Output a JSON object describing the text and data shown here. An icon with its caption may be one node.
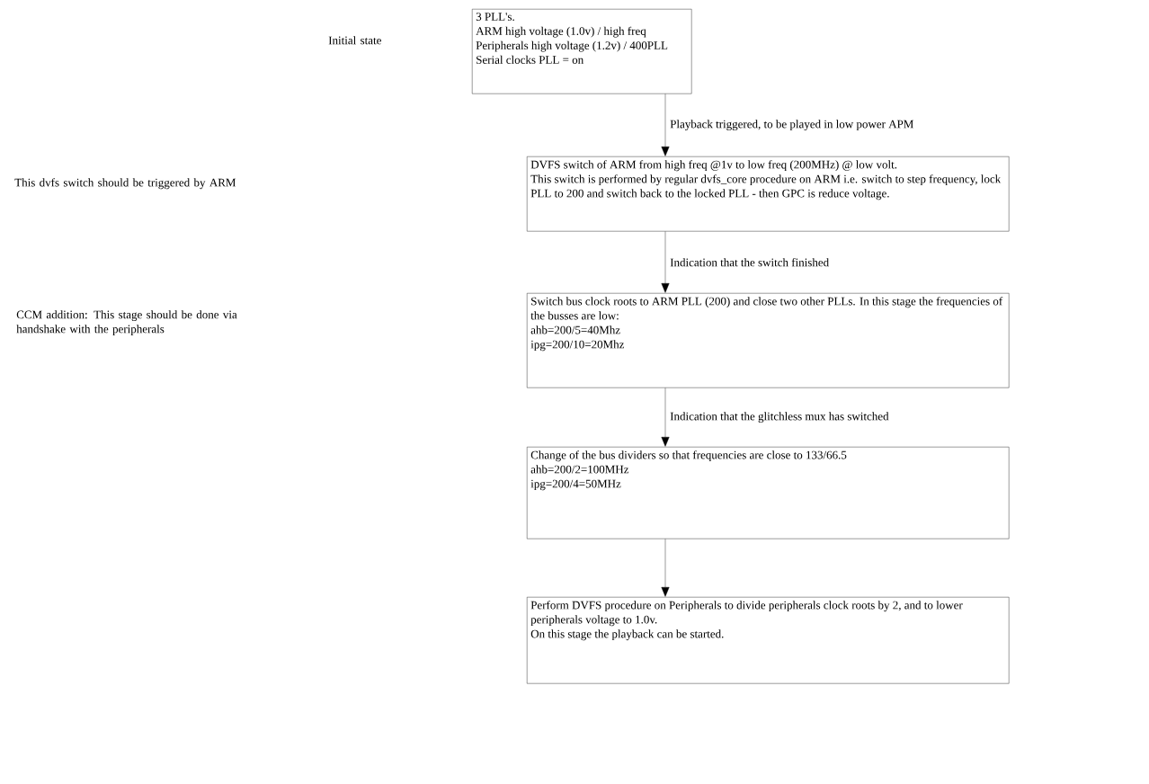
{
  "diagram": {
    "nodes": [
      {
        "text": [
          "3 PLL's.",
          "ARM high voltage (1.0v) / high freq",
          "Peripherals high voltage (1.2v) / 400PLL",
          "Serial clocks PLL = on"
        ]
      },
      {
        "text": [
          "DVFS switch of ARM from high freq @1v to low freq (200MHz) @ low volt.",
          "This switch is performed by regular dvfs_core procedure on ARM i.e. switch to step frequency, lock PLL to 200 and switch back to the locked PLL - then GPC is reduce voltage."
        ]
      },
      {
        "text": [
          "Switch bus clock roots to ARM PLL (200) and close two other PLLs. In this stage the frequencies of the busses are low:",
          "ahb=200/5=40Mhz",
          "ipg=200/10=20Mhz"
        ]
      },
      {
        "text": [
          "Change of the bus dividers so that frequencies are close to 133/66.5",
          "ahb=200/2=100MHz",
          "ipg=200/4=50MHz"
        ]
      },
      {
        "text": [
          "Perform DVFS procedure on Peripherals to divide peripherals clock roots by 2, and to lower peripherals voltage to 1.0v.",
          "On this stage the playback can be started."
        ]
      }
    ],
    "edges": [
      {
        "from": 0,
        "to": 1,
        "arrow": "to",
        "label": "Playback triggered, to be played in low power APM"
      },
      {
        "from": 1,
        "to": 2,
        "arrow": "to",
        "label": "Indication that the switch finished"
      },
      {
        "from": 2,
        "to": 3,
        "arrow": "to",
        "label": "Indication that the glitchless mux has switched"
      },
      {
        "from": 3,
        "to": 4,
        "arrow": "to"
      }
    ],
    "labels": [
      "Initial state",
      "This dvfs switch should be triggered by ARM",
      "CCM addition: This stage should be done via handshake with the peripherals"
    ]
  }
}
